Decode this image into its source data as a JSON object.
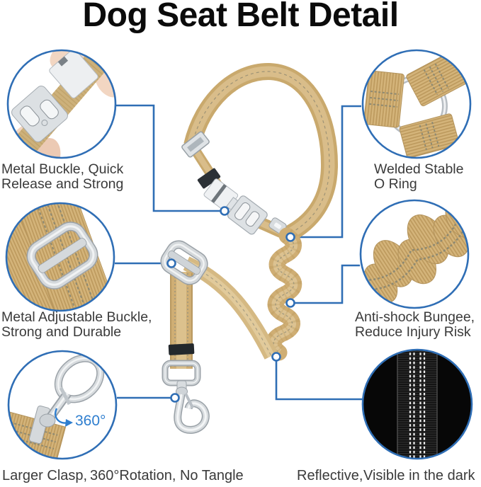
{
  "title": "Dog Seat Belt Detail",
  "colors": {
    "accent_blue": "#2f6eb5",
    "rotation_blue": "#2e7ecf",
    "label_text": "#3a3a3a",
    "title_text": "#0b0b0b",
    "webbing_tan": "#cfae74",
    "metal_silver": "#d6dadd",
    "reflective_bg": "#070707",
    "background": "#ffffff"
  },
  "callouts": [
    {
      "name": "metal-buckle",
      "icon": "side-release-buckle-icon",
      "line1": "Metal Buckle, Quick",
      "line2": "Release and Strong"
    },
    {
      "name": "o-ring",
      "icon": "o-ring-icon",
      "line1": "Welded Stable",
      "line2": "O Ring"
    },
    {
      "name": "adjustable-buckle",
      "icon": "slider-buckle-icon",
      "line1": "Metal Adjustable Buckle,",
      "line2": "Strong and Durable"
    },
    {
      "name": "anti-shock-bungee",
      "icon": "bungee-webbing-icon",
      "line1": "Anti-shock Bungee,",
      "line2": "Reduce Injury Risk"
    },
    {
      "name": "larger-clasp",
      "icon": "swivel-snap-clasp-icon",
      "rotation_badge": "360°"
    },
    {
      "name": "reflective-webbing",
      "icon": "reflective-webbing-dark-icon"
    }
  ],
  "bottom_labels": {
    "clasp": "Larger Clasp,",
    "rotation": "360°Rotation, No Tangle",
    "reflective": "Reflective,",
    "visible": "Visible in the dark"
  }
}
